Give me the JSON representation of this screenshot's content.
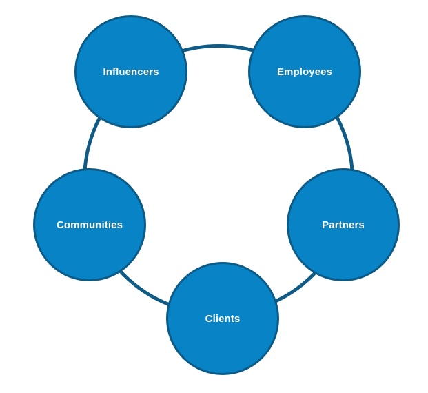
{
  "diagram": {
    "type": "circular-cycle",
    "colors": {
      "node_fill": "#0883c6",
      "node_border": "#0c5a86",
      "ring_stroke": "#0f5b86",
      "label": "#ffffff",
      "background": "#ffffff"
    },
    "nodes": [
      {
        "id": "influencers",
        "label": "Influencers"
      },
      {
        "id": "employees",
        "label": "Employees"
      },
      {
        "id": "partners",
        "label": "Partners"
      },
      {
        "id": "clients",
        "label": "Clients"
      },
      {
        "id": "communities",
        "label": "Communities"
      }
    ]
  }
}
